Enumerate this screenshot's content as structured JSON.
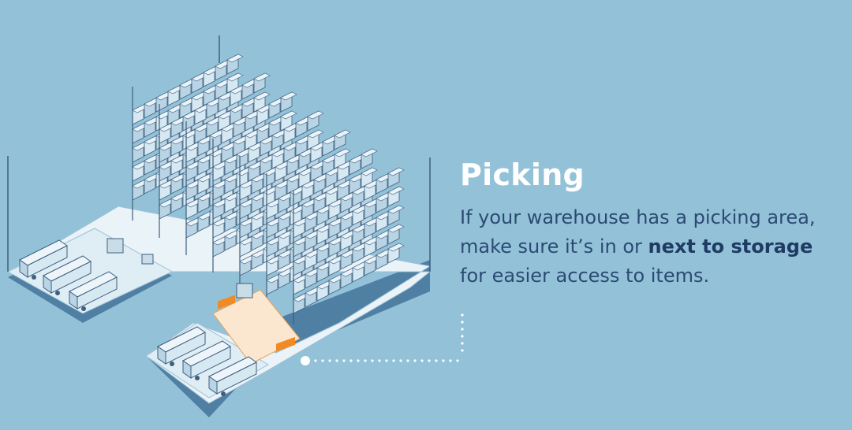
{
  "heading": "Picking",
  "description": {
    "part1": "If your warehouse has a picking area, make sure it’s in or ",
    "emphasis": "next to storage",
    "part2": " for easier access to items."
  },
  "colors": {
    "background": "#93c2d8",
    "heading": "#ffffff",
    "body": "#2b4a73",
    "accent": "#f08a24",
    "floor": "#eaf3f8",
    "shadow": "#4f7fa3"
  },
  "icons": [
    "warehouse-illustration",
    "truck-icon",
    "forklift-icon",
    "pallet-icon",
    "callout-dot-icon"
  ]
}
